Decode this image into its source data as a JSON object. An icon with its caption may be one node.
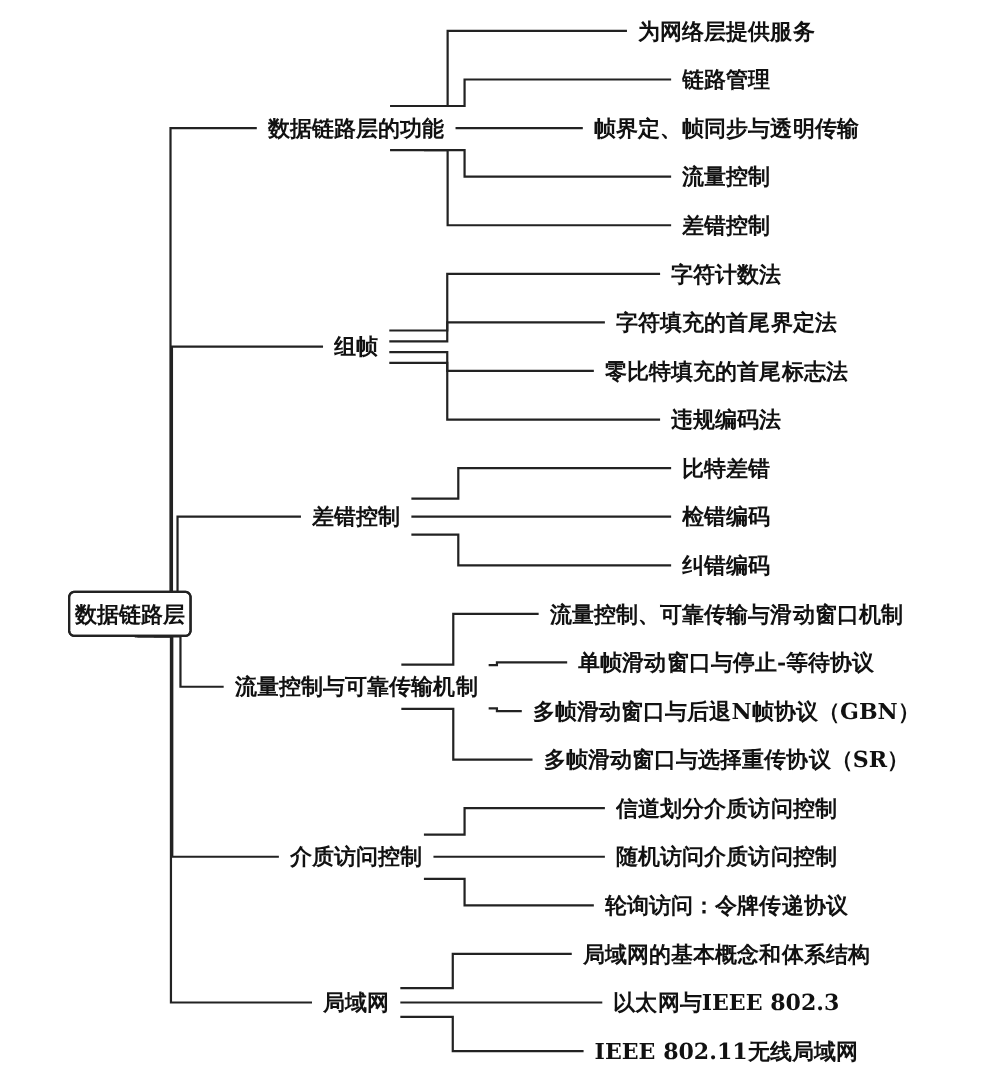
{
  "diagram": {
    "nodes": [
      {
        "text": [
          "数据链路层"
        ]
      },
      {
        "text": [
          "数据链路层的功能"
        ]
      },
      {
        "text": [
          "为网络层提供服务"
        ]
      },
      {
        "text": [
          "链路管理"
        ]
      },
      {
        "text": [
          "帧界定、帧同步与透明传输"
        ]
      },
      {
        "text": [
          "流量控制"
        ]
      },
      {
        "text": [
          "差错控制"
        ]
      },
      {
        "text": [
          "组帧"
        ]
      },
      {
        "text": [
          "字符计数法"
        ]
      },
      {
        "text": [
          "字符填充的首尾界定法"
        ]
      },
      {
        "text": [
          "零比特填充的首尾标志法"
        ]
      },
      {
        "text": [
          "违规编码法"
        ]
      },
      {
        "text": [
          "差错控制"
        ]
      },
      {
        "text": [
          "比特差错"
        ]
      },
      {
        "text": [
          "检错编码"
        ]
      },
      {
        "text": [
          "纠错编码"
        ]
      },
      {
        "text": [
          "流量控制与可靠传输机制"
        ]
      },
      {
        "text": [
          "流量控制、可靠传输与滑动窗口机制"
        ]
      },
      {
        "text": [
          "单帧滑动窗口与停止-等待协议"
        ]
      },
      {
        "text": [
          "多帧滑动窗口与后退N帧协议（GBN）"
        ]
      },
      {
        "text": [
          "多帧滑动窗口与选择重传协议（SR）"
        ]
      },
      {
        "text": [
          "介质访问控制"
        ]
      },
      {
        "text": [
          "信道划分介质访问控制"
        ]
      },
      {
        "text": [
          "随机访问介质访问控制"
        ]
      },
      {
        "text": [
          "轮询访问：令牌传递协议"
        ]
      },
      {
        "text": [
          "局域网"
        ]
      },
      {
        "text": [
          "局域网的基本概念和体系结构"
        ]
      },
      {
        "text": [
          "以太网与IEEE 802.3"
        ]
      },
      {
        "text": [
          "IEEE 802.11无线局域网"
        ]
      }
    ],
    "edges": [
      {
        "from": 0,
        "to": 1,
        "arrow": "none"
      },
      {
        "from": 1,
        "to": 2,
        "arrow": "none"
      },
      {
        "from": 1,
        "to": 3,
        "arrow": "none"
      },
      {
        "from": 1,
        "to": 4,
        "arrow": "none"
      },
      {
        "from": 1,
        "to": 5,
        "arrow": "none"
      },
      {
        "from": 1,
        "to": 6,
        "arrow": "none"
      },
      {
        "from": 0,
        "to": 7,
        "arrow": "none"
      },
      {
        "from": 7,
        "to": 8,
        "arrow": "none"
      },
      {
        "from": 7,
        "to": 9,
        "arrow": "none"
      },
      {
        "from": 7,
        "to": 10,
        "arrow": "none"
      },
      {
        "from": 7,
        "to": 11,
        "arrow": "none"
      },
      {
        "from": 0,
        "to": 12,
        "arrow": "none"
      },
      {
        "from": 12,
        "to": 13,
        "arrow": "none"
      },
      {
        "from": 12,
        "to": 14,
        "arrow": "none"
      },
      {
        "from": 12,
        "to": 15,
        "arrow": "none"
      },
      {
        "from": 0,
        "to": 16,
        "arrow": "none"
      },
      {
        "from": 16,
        "to": 17,
        "arrow": "none"
      },
      {
        "from": 16,
        "to": 18,
        "arrow": "none"
      },
      {
        "from": 16,
        "to": 19,
        "arrow": "none"
      },
      {
        "from": 16,
        "to": 20,
        "arrow": "none"
      },
      {
        "from": 0,
        "to": 21,
        "arrow": "none"
      },
      {
        "from": 21,
        "to": 22,
        "arrow": "none"
      },
      {
        "from": 21,
        "to": 23,
        "arrow": "none"
      },
      {
        "from": 21,
        "to": 24,
        "arrow": "none"
      },
      {
        "from": 0,
        "to": 25,
        "arrow": "none"
      },
      {
        "from": 25,
        "to": 26,
        "arrow": "none"
      },
      {
        "from": 25,
        "to": 27,
        "arrow": "none"
      },
      {
        "from": 25,
        "to": 28,
        "arrow": "none"
      }
    ]
  }
}
